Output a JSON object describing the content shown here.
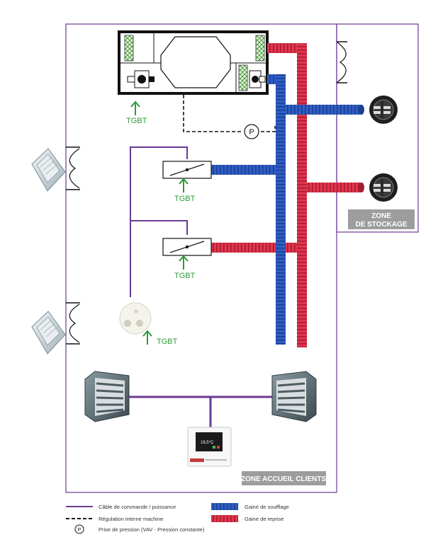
{
  "colors": {
    "command_cable": "#6b3a94",
    "supply_duct": "#2f5ec4",
    "return_duct": "#e0354d",
    "tgbt_green": "#2e9a3a",
    "zone_label_bg": "#9d9d9d"
  },
  "labels": {
    "tgbt_1": "TGBT",
    "tgbt_2": "TGBT",
    "tgbt_3": "TGBT",
    "tgbt_4": "TGBT",
    "pressure_symbol": "P",
    "zone_storage_line1": "ZONE",
    "zone_storage_line2": "DE STOCKAGE",
    "zone_clients": "ZONE ACCUEIL CLIENTS",
    "thermostat_display": "19,5°C"
  },
  "legend": {
    "command_cable": "Câble de commande / puissance",
    "regulation": "Régulation interne machine",
    "pressure": "Prise de pression (VAV - Pression constante)",
    "supply_duct": "Gaine de soufflage",
    "return_duct": "Gaine de reprise"
  },
  "icons": {
    "pressure_tap": "pressure-tap-icon",
    "arrow_up": "green-up-arrow-icon",
    "damper": "motorized-damper-icon",
    "diffuser": "round-diffuser-icon",
    "heater": "unit-heater-icon",
    "door": "door-swing-icon"
  }
}
